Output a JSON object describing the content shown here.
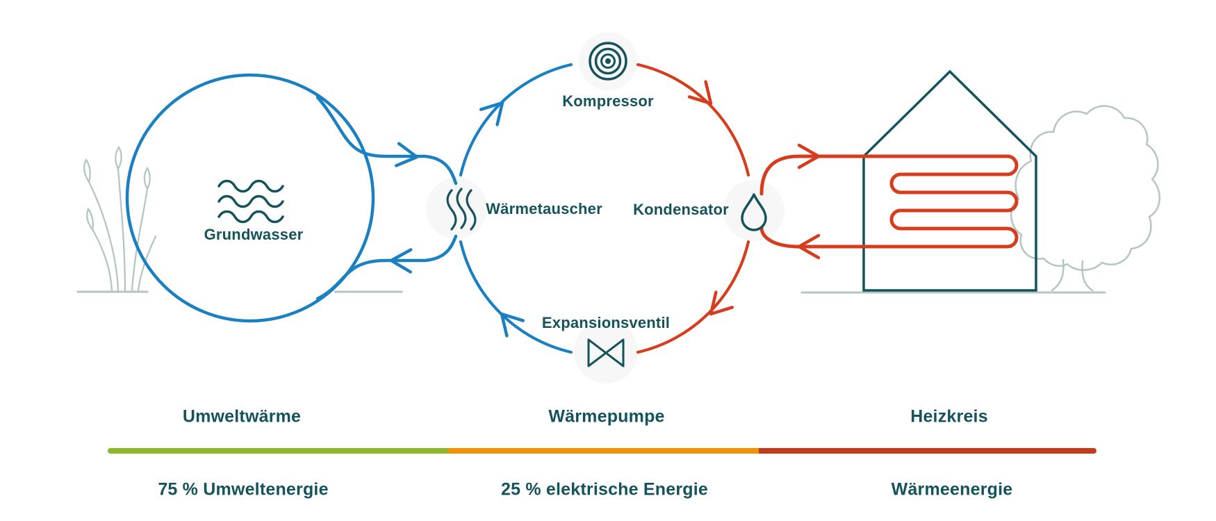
{
  "diagram": {
    "nodes": {
      "source": {
        "label": "Grundwasser",
        "icon": "water-waves-icon"
      },
      "compressor": {
        "label": "Kompressor",
        "icon": "concentric-circles-icon"
      },
      "heat_exchanger": {
        "label": "Wärmetauscher",
        "icon": "heat-waves-icon"
      },
      "condenser": {
        "label": "Kondensator",
        "icon": "droplet-icon"
      },
      "expansion_valve": {
        "label": "Expansionsventil",
        "icon": "valve-icon"
      }
    },
    "sections": [
      {
        "label": "Umweltwärme",
        "energy_label": "75 % Umweltenergie",
        "bar_color": "#8cb82b",
        "bar_share": 0.34
      },
      {
        "label": "Wärmepumpe",
        "energy_label": "25 % elektrische Energie",
        "bar_color": "#f29102",
        "bar_share": 0.32
      },
      {
        "label": "Heizkreis",
        "energy_label": "Wärmeenergie",
        "bar_color": "#c43a1c",
        "bar_share": 0.34
      }
    ],
    "colors": {
      "cold_loop_blue": "#1a80c2",
      "hot_loop_red": "#d53d1e",
      "ink_teal": "#14525c",
      "foliage_green": "#b3c6bf",
      "halo_fill": "#f6f7f6",
      "bar_green": "#8cb82b",
      "bar_orange": "#f29102",
      "bar_red": "#c43a1c"
    }
  }
}
